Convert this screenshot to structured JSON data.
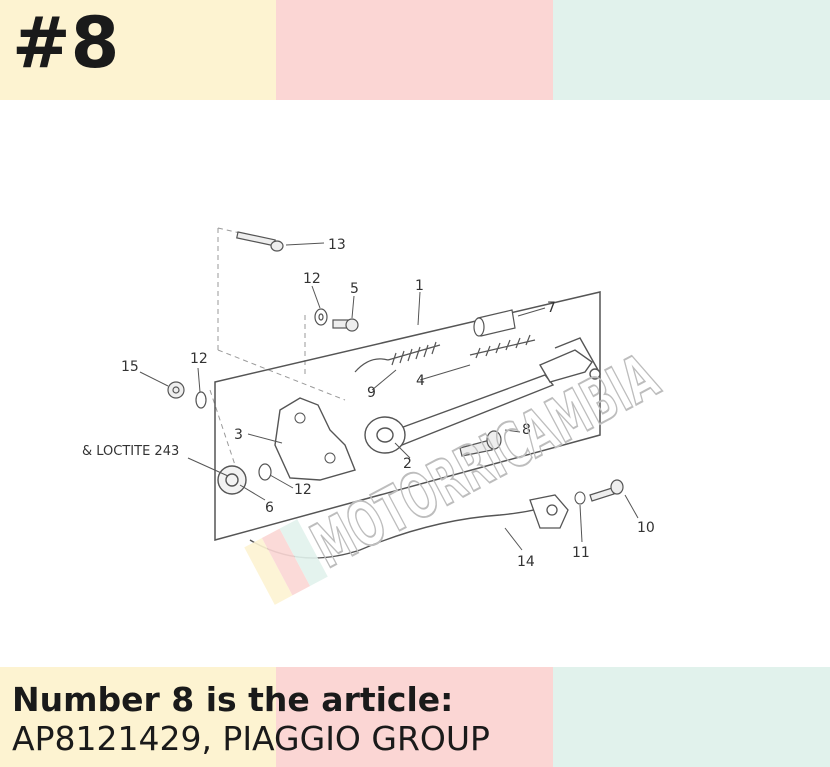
{
  "header": {
    "badge": "#8"
  },
  "caption": {
    "line1": "Number 8 is the article:",
    "line2": "AP8121429, PIAGGIO GROUP"
  },
  "diagram": {
    "callouts": [
      "1",
      "2",
      "3",
      "4",
      "5",
      "6",
      "7",
      "8",
      "9",
      "10",
      "11",
      "12",
      "12",
      "12",
      "13",
      "14",
      "15"
    ],
    "note": "& LOCTITE 243",
    "watermark": "MOTORRICAMBIA"
  },
  "colors": {
    "band_yellow": "#fdf3d1",
    "band_pink": "#fbd6d4",
    "band_green": "#e1f2ec"
  }
}
